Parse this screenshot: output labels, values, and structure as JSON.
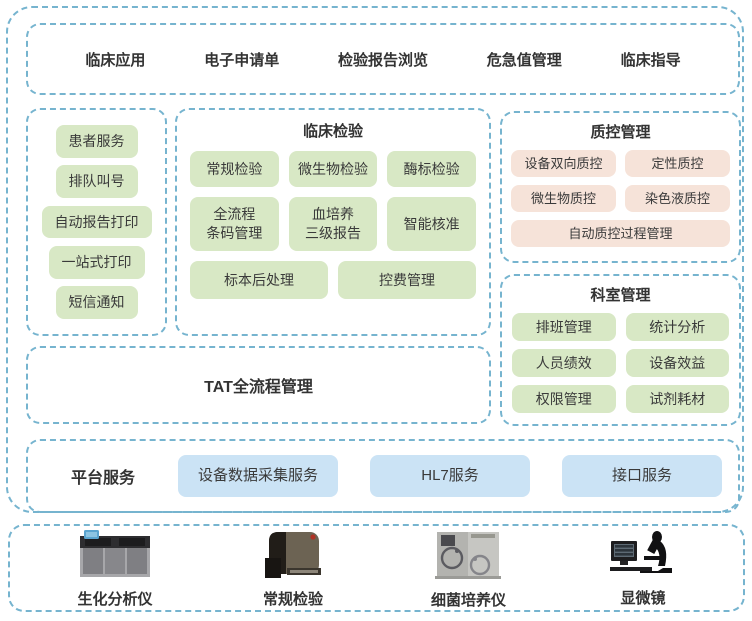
{
  "top_row": {
    "items": [
      "临床应用",
      "电子申请单",
      "检验报告浏览",
      "危急值管理",
      "临床指导"
    ]
  },
  "patient_services": {
    "items": [
      "患者服务",
      "排队叫号",
      "自动报告打印",
      "一站式打印",
      "短信通知"
    ]
  },
  "clinical_test": {
    "title": "临床检验",
    "row1": [
      "常规检验",
      "微生物检验",
      "酶标检验"
    ],
    "row2": [
      "全流程\n条码管理",
      "血培养\n三级报告",
      "智能核准"
    ],
    "row3": [
      "标本后处理",
      "控费管理"
    ]
  },
  "qc": {
    "title": "质控管理",
    "row1": [
      "设备双向质控",
      "定性质控"
    ],
    "row2": [
      "微生物质控",
      "染色液质控"
    ],
    "row3": [
      "自动质控过程管理"
    ]
  },
  "department": {
    "title": "科室管理",
    "row1": [
      "排班管理",
      "统计分析"
    ],
    "row2": [
      "人员绩效",
      "设备效益"
    ],
    "row3": [
      "权限管理",
      "试剂耗材"
    ]
  },
  "tat": {
    "label": "TAT全流程管理"
  },
  "platform": {
    "label": "平台服务",
    "services": [
      "设备数据采集服务",
      "HL7服务",
      "接口服务"
    ]
  },
  "devices": {
    "items": [
      {
        "label": "生化分析仪",
        "icon": "biochemistry-analyzer"
      },
      {
        "label": "常规检验",
        "icon": "routine-test-machine"
      },
      {
        "label": "细菌培养仪",
        "icon": "bacteria-incubator"
      },
      {
        "label": "显微镜",
        "icon": "microscope-with-monitor"
      }
    ]
  },
  "colors": {
    "dash_border": "#76b4cf",
    "green_pill": "#d8e8c5",
    "pink_pill": "#f6e3d9",
    "blue_pill": "#cbe3f5",
    "text": "#3a3a3a"
  }
}
